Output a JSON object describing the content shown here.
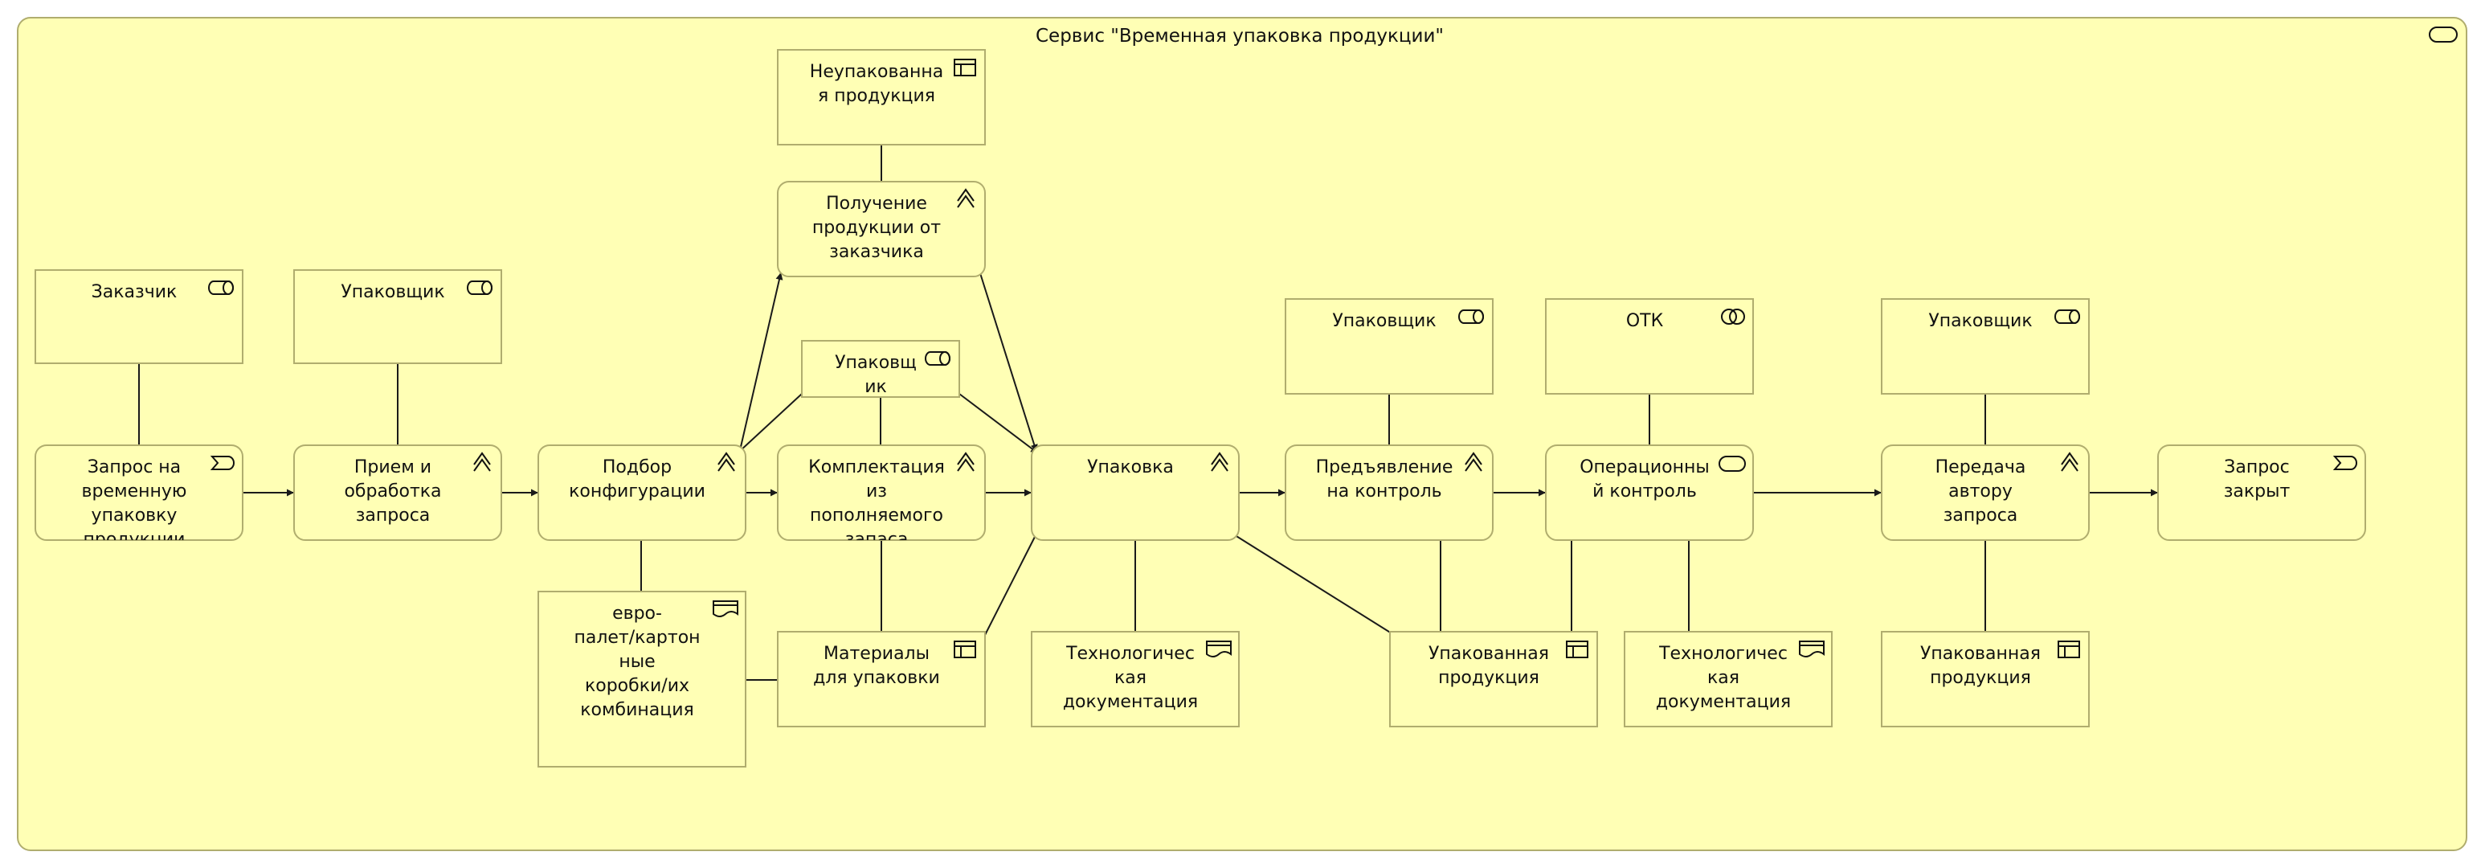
{
  "diagram": {
    "title": "Сервис \"Временная упаковка продукции\"",
    "colors": {
      "fill": "#ffffb5",
      "stroke": "#b0ad6e",
      "line": "#1a1a1a",
      "text": "#111111"
    },
    "nodes": [
      {
        "id": "n_zakazchik",
        "kind": "role",
        "icon": "role-icon",
        "lines": [
          "Заказчик"
        ]
      },
      {
        "id": "n_upak_1",
        "kind": "role",
        "icon": "role-icon",
        "lines": [
          "Упаковщик"
        ]
      },
      {
        "id": "n_neupak",
        "kind": "business-object",
        "icon": "business-object-icon",
        "lines": [
          "Неупакованна",
          "я продукция"
        ]
      },
      {
        "id": "n_poluchenie",
        "kind": "process",
        "icon": "process-icon",
        "lines": [
          "Получение",
          "продукции от",
          "заказчика"
        ]
      },
      {
        "id": "n_upak_small",
        "kind": "role",
        "icon": "role-icon",
        "lines": [
          "Упаковщ",
          "ик"
        ]
      },
      {
        "id": "n_upak_2",
        "kind": "role",
        "icon": "role-icon",
        "lines": [
          "Упаковщик"
        ]
      },
      {
        "id": "n_otk",
        "kind": "collaboration",
        "icon": "collaboration-icon",
        "lines": [
          "ОТК"
        ]
      },
      {
        "id": "n_upak_3",
        "kind": "role",
        "icon": "role-icon",
        "lines": [
          "Упаковщик"
        ]
      },
      {
        "id": "n_zapros",
        "kind": "event",
        "icon": "event-icon",
        "lines": [
          "Запрос на",
          "временную",
          "упаковку",
          "продукции"
        ]
      },
      {
        "id": "n_priem",
        "kind": "process",
        "icon": "process-icon",
        "lines": [
          "Прием и",
          "обработка",
          "запроса"
        ]
      },
      {
        "id": "n_podbor",
        "kind": "process",
        "icon": "process-icon",
        "lines": [
          "Подбор",
          "конфигурации"
        ]
      },
      {
        "id": "n_komplekt",
        "kind": "process",
        "icon": "process-icon",
        "lines": [
          "Комплектация",
          "из",
          "пополняемого",
          "запаса"
        ]
      },
      {
        "id": "n_upakovka",
        "kind": "process",
        "icon": "process-icon",
        "lines": [
          "Упаковка"
        ]
      },
      {
        "id": "n_predyavl",
        "kind": "process",
        "icon": "process-icon",
        "lines": [
          "Предъявление",
          "на контроль"
        ]
      },
      {
        "id": "n_oper",
        "kind": "service",
        "icon": "service-icon",
        "lines": [
          "Операционны",
          "й контроль"
        ]
      },
      {
        "id": "n_peredacha",
        "kind": "process",
        "icon": "process-icon",
        "lines": [
          "Передача",
          "автору",
          "запроса"
        ]
      },
      {
        "id": "n_zakryt",
        "kind": "event",
        "icon": "event-icon",
        "lines": [
          "Запрос",
          "закрыт"
        ]
      },
      {
        "id": "n_evro",
        "kind": "representation",
        "icon": "representation-icon",
        "lines": [
          "евро-",
          "палет/картон",
          "ные",
          "коробки/их",
          "комбинация"
        ]
      },
      {
        "id": "n_materialy",
        "kind": "business-object",
        "icon": "business-object-icon",
        "lines": [
          "Материалы",
          "для упаковки"
        ]
      },
      {
        "id": "n_tech_1",
        "kind": "representation",
        "icon": "representation-icon",
        "lines": [
          "Технологичес",
          "кая",
          "документация"
        ]
      },
      {
        "id": "n_upakovannaya_1",
        "kind": "business-object",
        "icon": "business-object-icon",
        "lines": [
          "Упакованная",
          "продукция"
        ]
      },
      {
        "id": "n_tech_2",
        "kind": "representation",
        "icon": "representation-icon",
        "lines": [
          "Технологичес",
          "кая",
          "документация"
        ]
      },
      {
        "id": "n_upakovannaya_2",
        "kind": "business-object",
        "icon": "business-object-icon",
        "lines": [
          "Упакованная",
          "продукция"
        ]
      }
    ],
    "edges": [
      {
        "from": "n_zakazchik",
        "to": "n_zapros",
        "kind": "association"
      },
      {
        "from": "n_upak_1",
        "to": "n_priem",
        "kind": "association"
      },
      {
        "from": "n_zapros",
        "to": "n_priem",
        "kind": "triggering"
      },
      {
        "from": "n_priem",
        "to": "n_podbor",
        "kind": "triggering"
      },
      {
        "from": "n_podbor",
        "to": "n_komplekt",
        "kind": "triggering"
      },
      {
        "from": "n_podbor",
        "to": "n_poluchenie",
        "kind": "triggering"
      },
      {
        "from": "n_podbor",
        "to": "n_upak_small",
        "kind": "association"
      },
      {
        "from": "n_neupak",
        "to": "n_poluchenie",
        "kind": "association"
      },
      {
        "from": "n_poluchenie",
        "to": "n_upakovka",
        "kind": "triggering"
      },
      {
        "from": "n_upak_small",
        "to": "n_komplekt",
        "kind": "association"
      },
      {
        "from": "n_upak_small",
        "to": "n_upakovka",
        "kind": "triggering"
      },
      {
        "from": "n_komplekt",
        "to": "n_upakovka",
        "kind": "triggering"
      },
      {
        "from": "n_upakovka",
        "to": "n_predyavl",
        "kind": "triggering"
      },
      {
        "from": "n_predyavl",
        "to": "n_oper",
        "kind": "triggering"
      },
      {
        "from": "n_oper",
        "to": "n_peredacha",
        "kind": "triggering"
      },
      {
        "from": "n_peredacha",
        "to": "n_zakryt",
        "kind": "triggering"
      },
      {
        "from": "n_upak_2",
        "to": "n_predyavl",
        "kind": "association"
      },
      {
        "from": "n_otk",
        "to": "n_oper",
        "kind": "association"
      },
      {
        "from": "n_upak_3",
        "to": "n_peredacha",
        "kind": "association"
      },
      {
        "from": "n_podbor",
        "to": "n_evro",
        "kind": "association"
      },
      {
        "from": "n_evro",
        "to": "n_materialy",
        "kind": "association"
      },
      {
        "from": "n_komplekt",
        "to": "n_materialy",
        "kind": "association"
      },
      {
        "from": "n_materialy",
        "to": "n_upakovka",
        "kind": "association"
      },
      {
        "from": "n_upakovka",
        "to": "n_tech_1",
        "kind": "association"
      },
      {
        "from": "n_upakovka",
        "to": "n_upakovannaya_1",
        "kind": "association"
      },
      {
        "from": "n_predyavl",
        "to": "n_upakovannaya_1",
        "kind": "association"
      },
      {
        "from": "n_oper",
        "to": "n_upakovannaya_1",
        "kind": "association"
      },
      {
        "from": "n_oper",
        "to": "n_tech_2",
        "kind": "association"
      },
      {
        "from": "n_peredacha",
        "to": "n_upakovannaya_2",
        "kind": "association"
      }
    ]
  }
}
